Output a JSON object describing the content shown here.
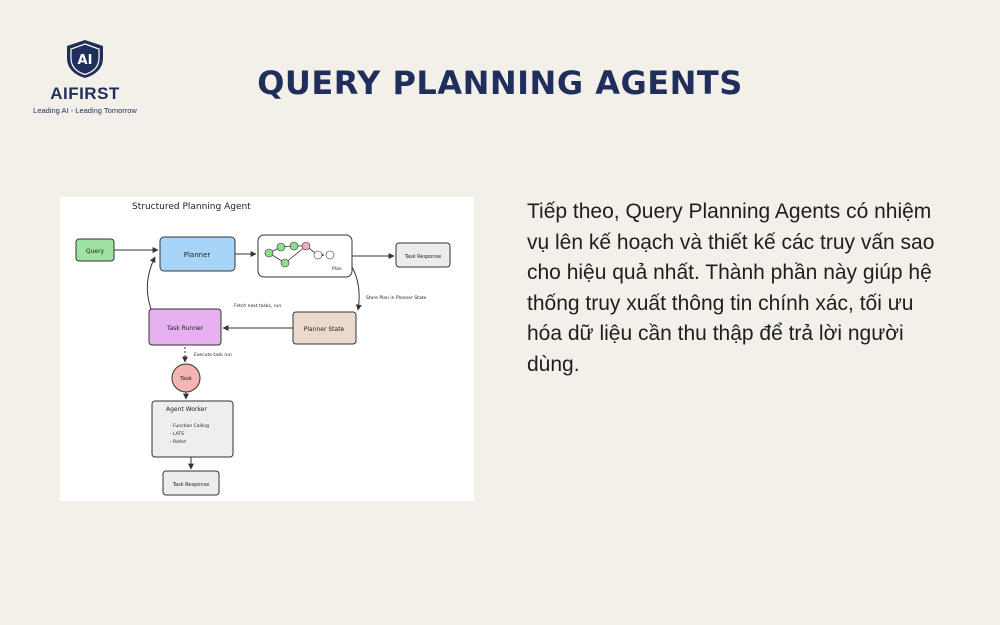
{
  "brand": {
    "logo_mark": "AI",
    "name": "AIFIRST",
    "tagline": "Leading AI - Leading Tomorrow",
    "colors": {
      "navy": "#1f2e5a",
      "background": "#f3f0ea"
    }
  },
  "page": {
    "title": "QUERY PLANNING AGENTS",
    "description": "Tiếp theo, Query Planning Agents có nhiệm vụ lên kế hoạch và thiết kế các truy vấn sao cho hiệu quả nhất. Thành phần này giúp hệ thống truy xuất thông tin chính xác, tối ưu hóa dữ liệu cần thu thập để trả lời người dùng."
  },
  "diagram": {
    "title": "Structured Planning Agent",
    "nodes": {
      "query": "Query",
      "planner": "Planner",
      "plan": "Plan",
      "task_response_top": "Task Response",
      "planner_state": "Planner State",
      "task_runner": "Task Runner",
      "task": "Task",
      "agent_worker": "Agent Worker",
      "agent_worker_items": [
        "- Function Calling",
        "- LATS",
        "- ReAct"
      ],
      "task_response_bottom": "Task Response"
    },
    "edge_labels": {
      "store_plan": "Store Plan in Planner State",
      "fetch_next": "Fetch next tasks, run",
      "execute_task": "Execute task run"
    },
    "colors": {
      "query": "#9fe3a0",
      "planner": "#a8d4f7",
      "task_runner": "#e7b0f0",
      "planner_state": "#ecd9cd",
      "task": "#f5b4b4",
      "agent_worker": "#eeeeee",
      "task_response": "#ececec",
      "plan_node_green": "#8fdc8f",
      "plan_node_pink": "#f2a9c2"
    }
  }
}
